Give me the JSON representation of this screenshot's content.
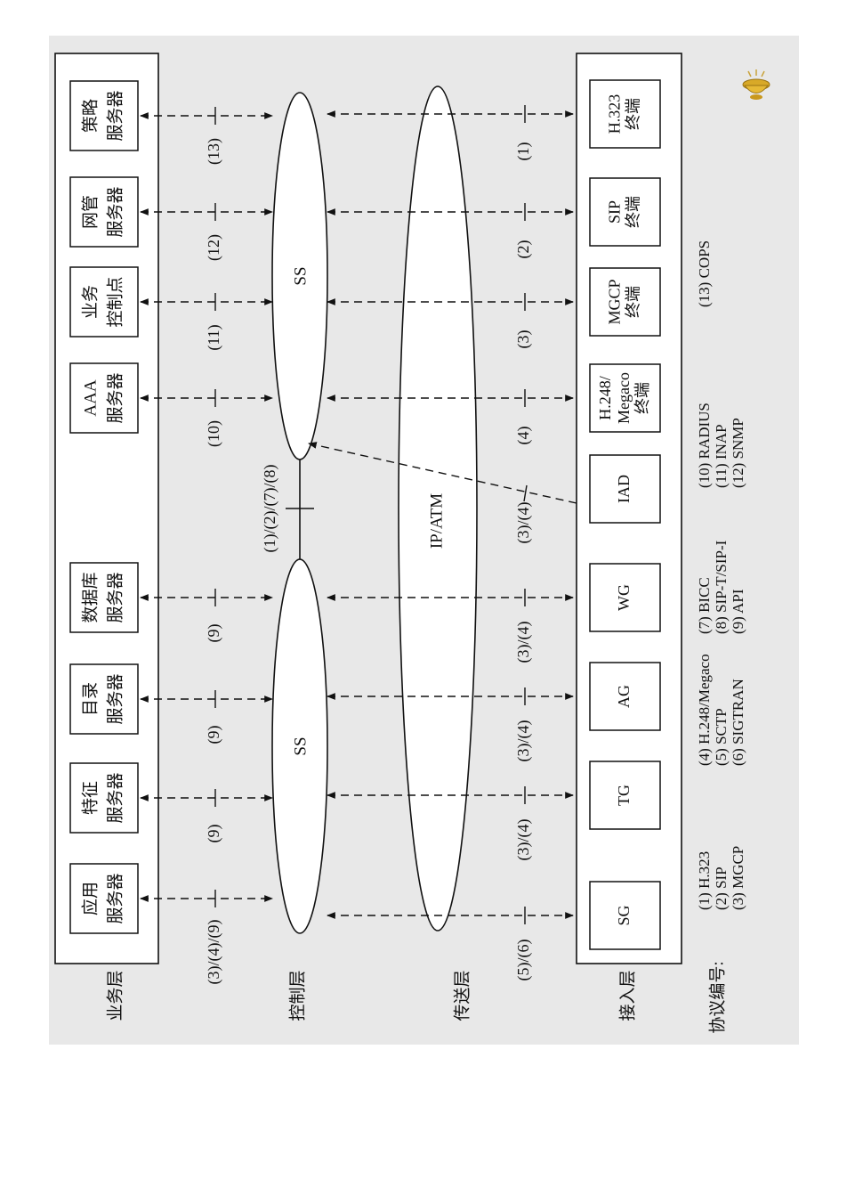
{
  "colors": {
    "panel": "#e8e8e8",
    "box_fill": "#ffffff",
    "stroke": "#111111",
    "ellipse_fill": "#ffffff"
  },
  "layers": {
    "service": "业务层",
    "control": "控制层",
    "transport": "传送层",
    "access": "接入层"
  },
  "service_servers": [
    {
      "id": "app",
      "line1": "应用",
      "line2": "服务器",
      "protocol": "(3)/(4)/(9)"
    },
    {
      "id": "feature",
      "line1": "特征",
      "line2": "服务器",
      "protocol": "(9)"
    },
    {
      "id": "directory",
      "line1": "目录",
      "line2": "服务器",
      "protocol": "(9)"
    },
    {
      "id": "database",
      "line1": "数据库",
      "line2": "服务器",
      "protocol": "(9)"
    },
    {
      "id": "aaa",
      "line1": "AAA",
      "line2": "服务器",
      "protocol": "(10)"
    },
    {
      "id": "scp",
      "line1": "业务",
      "line2": "控制点",
      "protocol": "(11)"
    },
    {
      "id": "nms",
      "line1": "网管",
      "line2": "服务器",
      "protocol": "(12)"
    },
    {
      "id": "policy",
      "line1": "策略",
      "line2": "服务器",
      "protocol": "(13)"
    }
  ],
  "access_nodes": [
    {
      "id": "sg",
      "line1": "SG",
      "line2": "",
      "line3": "",
      "protocol": "(5)/(6)"
    },
    {
      "id": "tg",
      "line1": "TG",
      "line2": "",
      "line3": "",
      "protocol": "(3)/(4)"
    },
    {
      "id": "ag",
      "line1": "AG",
      "line2": "",
      "line3": "",
      "protocol": "(3)/(4)"
    },
    {
      "id": "wg",
      "line1": "WG",
      "line2": "",
      "line3": "",
      "protocol": "(3)/(4)"
    },
    {
      "id": "iad",
      "line1": "IAD",
      "line2": "",
      "line3": "",
      "protocol": "(3)/(4)"
    },
    {
      "id": "h248",
      "line1": "H.248/",
      "line2": "Megaco",
      "line3": "终端",
      "protocol": "(4)"
    },
    {
      "id": "mgcp",
      "line1": "MGCP",
      "line2": "终端",
      "line3": "",
      "protocol": "(3)"
    },
    {
      "id": "sip",
      "line1": "SIP",
      "line2": "终端",
      "line3": "",
      "protocol": "(2)"
    },
    {
      "id": "h323",
      "line1": "H.323",
      "line2": "终端",
      "line3": "",
      "protocol": "(1)"
    }
  ],
  "ss_label": "SS",
  "ss_link_label": "(1)/(2)/(7)/(8)",
  "core_label": "IP/ATM",
  "legend": {
    "title": "协议编号:",
    "items": [
      "(1)  H.323",
      "(2)  SIP",
      "(3)  MGCP",
      "(4)  H.248/Megaco",
      "(5)  SCTP",
      "(6)  SIGTRAN",
      "(7)  BICC",
      "(8)  SIP-T/SIP-I",
      "(9)  API",
      "(10) RADIUS",
      "(11) INAP",
      "(12) SNMP",
      "(13) COPS"
    ]
  }
}
